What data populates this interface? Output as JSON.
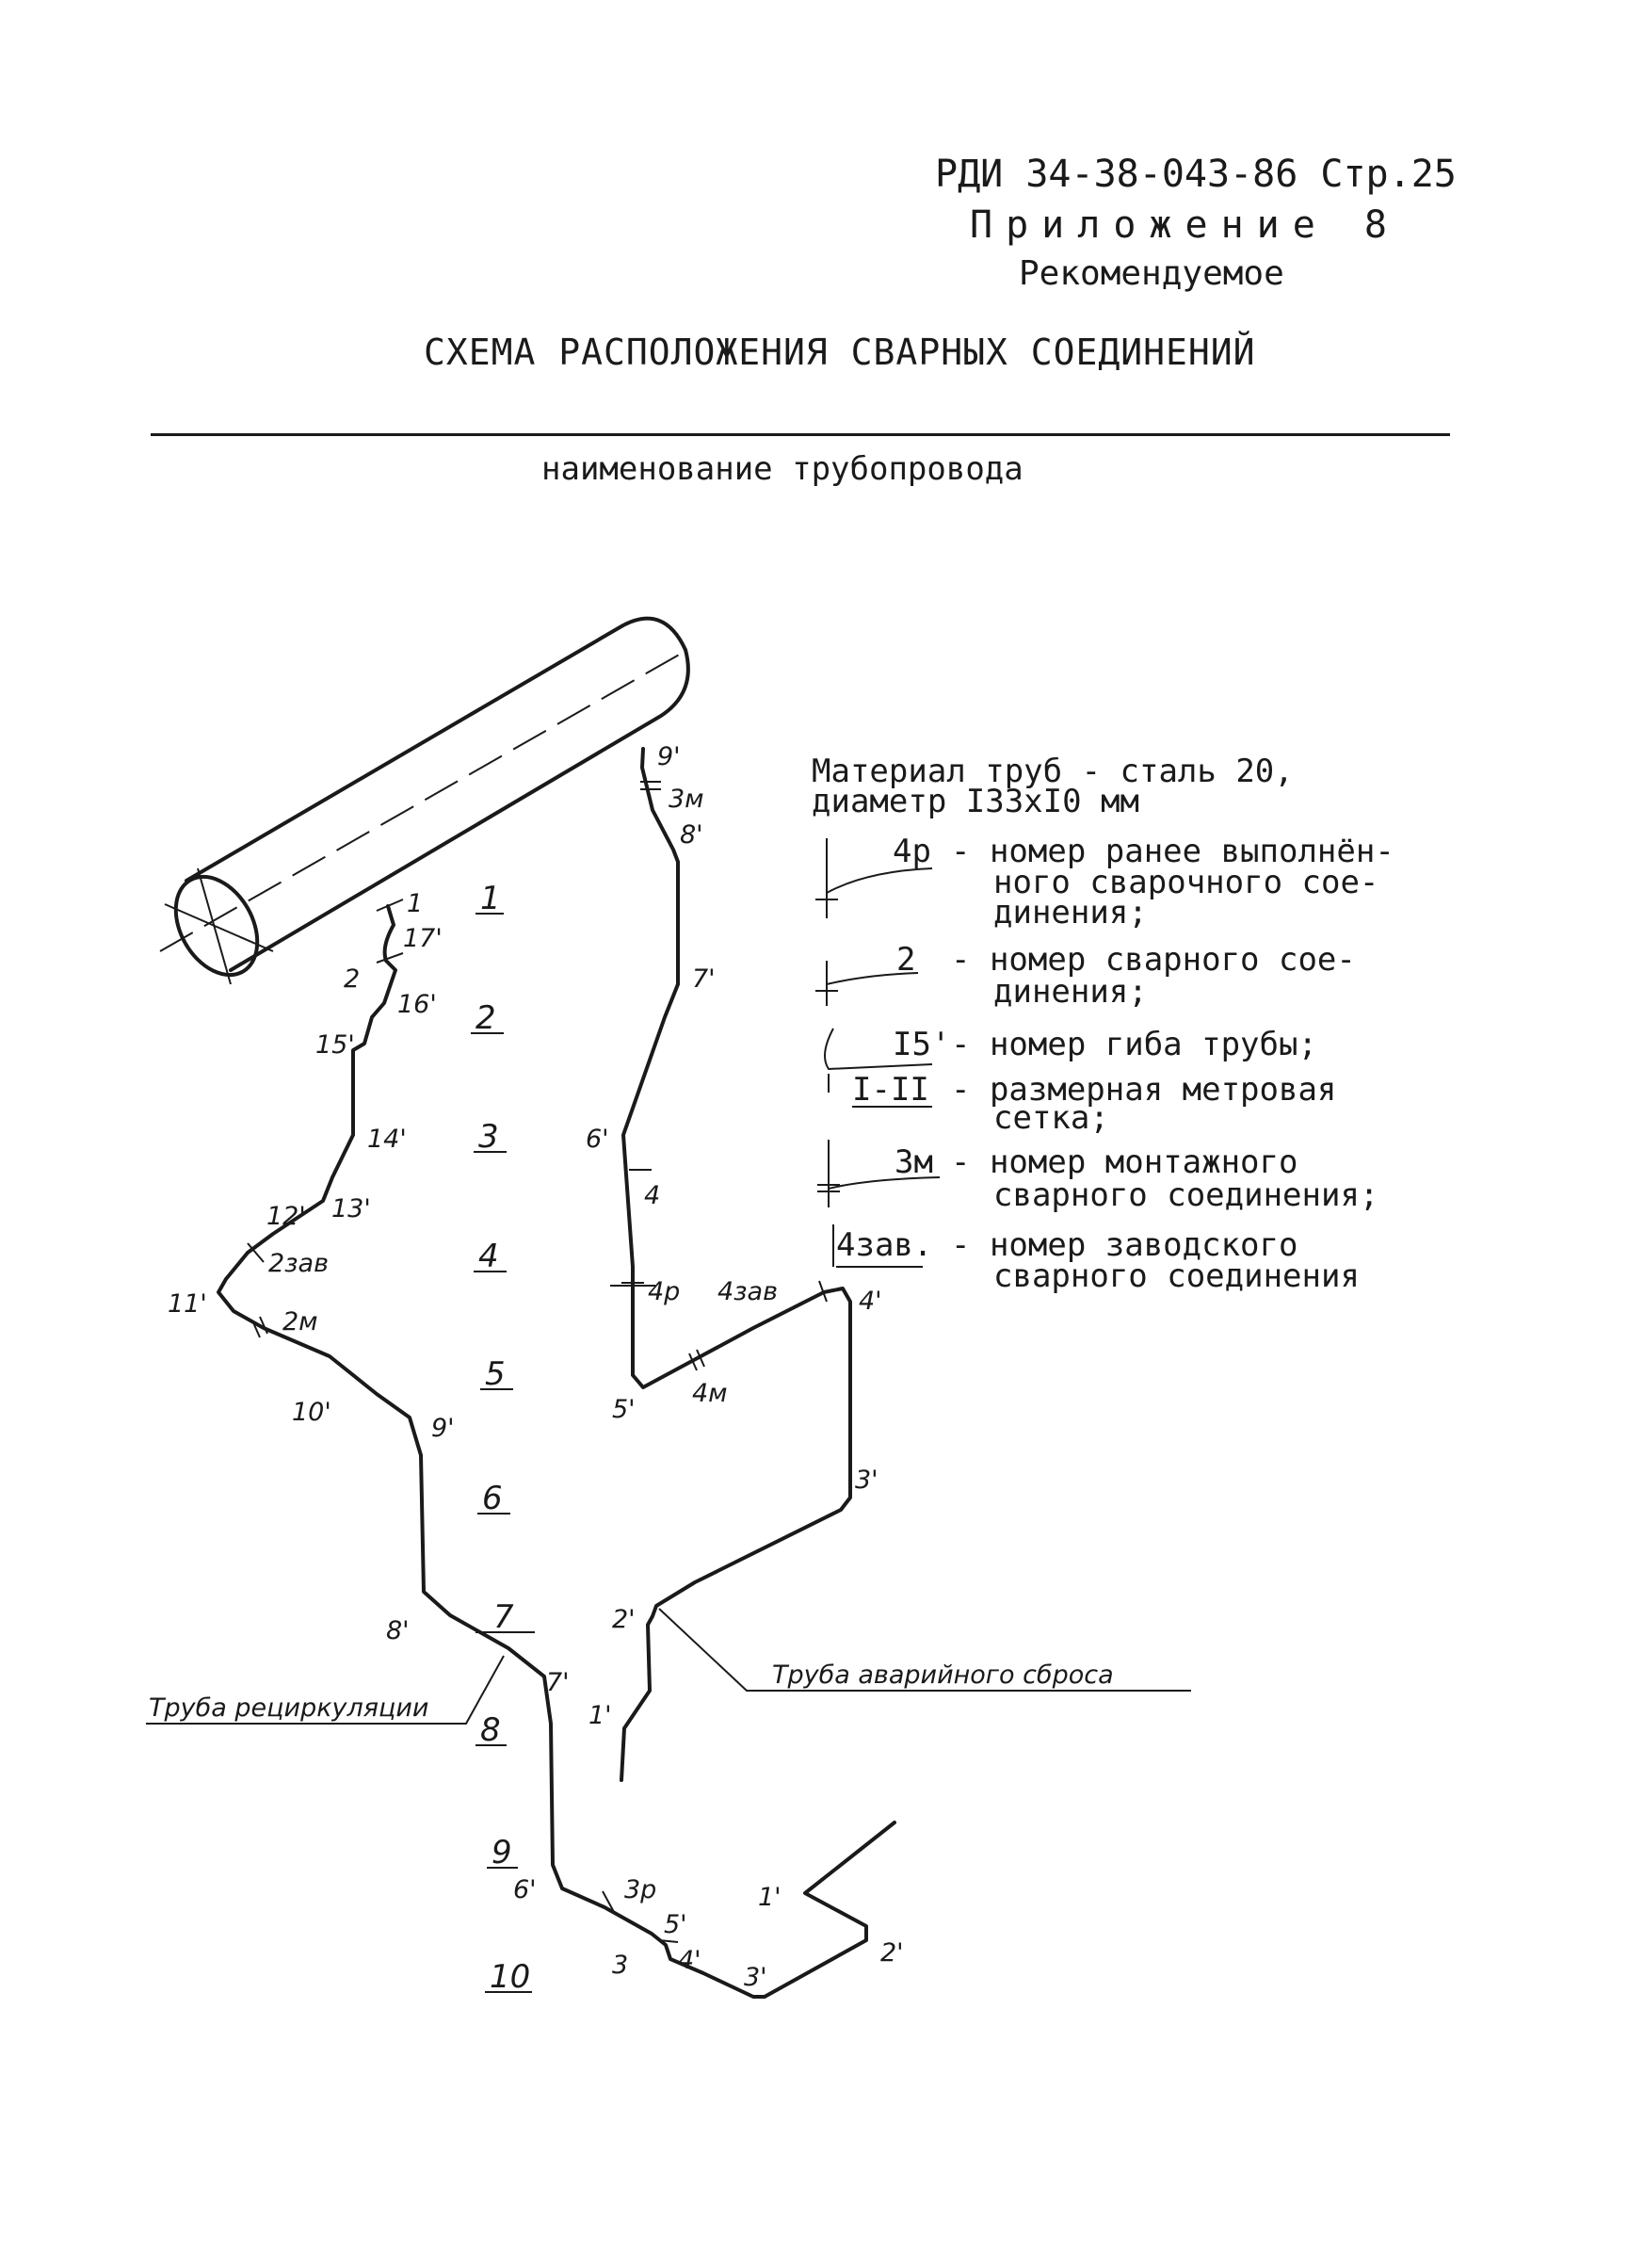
{
  "header": {
    "doc_code": "РДИ 34-38-043-86 Стр.25",
    "appendix": "Приложение 8",
    "status": "Рекомендуемое"
  },
  "title": "СХЕМА РАСПОЛОЖЕНИЯ СВАРНЫХ СОЕДИНЕНИЙ",
  "subtitle": "наименование трубопровода",
  "legend": {
    "material_line1": "Материал труб - сталь 20,",
    "material_line2": "диаметр I33xI0 мм",
    "items": [
      {
        "sym": "4р",
        "lines": [
          "- номер ранее выполнён-",
          "ного сварочного сое-",
          "динения;"
        ]
      },
      {
        "sym": "2",
        "lines": [
          "- номер сварного сое-",
          "динения;"
        ]
      },
      {
        "sym": "I5'",
        "lines": [
          "- номер гиба трубы;"
        ]
      },
      {
        "sym": "I-II",
        "lines": [
          "- размерная метровая",
          "сетка;"
        ]
      },
      {
        "sym": "3м",
        "lines": [
          "- номер монтажного",
          "сварного соединения;"
        ]
      },
      {
        "sym": "4зав.",
        "lines": [
          "- номер заводского",
          "сварного соединения"
        ]
      }
    ]
  },
  "sections": [
    "1",
    "2",
    "3",
    "4",
    "5",
    "6",
    "7",
    "8",
    "9",
    "10"
  ],
  "callouts": {
    "recirculation": "Труба рециркуляции",
    "emergency": "Труба аварийного сброса"
  },
  "marks": {
    "l1": "1",
    "l17": "17'",
    "l2": "2",
    "l16": "16'",
    "l15": "15'",
    "l14": "14'",
    "l12": "12'",
    "l13": "13'",
    "l2zav": "2зав",
    "l11": "11'",
    "l2m": "2м",
    "l10": "10'",
    "l9": "9'",
    "l8": "8'",
    "l7": "7'",
    "l6": "6'",
    "l3p": "3р",
    "l5": "5'",
    "l3": "3",
    "l4": "4'",
    "l3b": "3'",
    "l1b": "1'",
    "l2b": "2'",
    "r9": "9'",
    "r3m": "3м",
    "r8": "8'",
    "r7": "7'",
    "r6": "6'",
    "r4": "4",
    "r4p": "4р",
    "r4zav": "4зав",
    "r4m": "4м",
    "r5": "5'",
    "r4b": "4'",
    "r3": "3'",
    "r2": "2'",
    "r1": "1'"
  }
}
